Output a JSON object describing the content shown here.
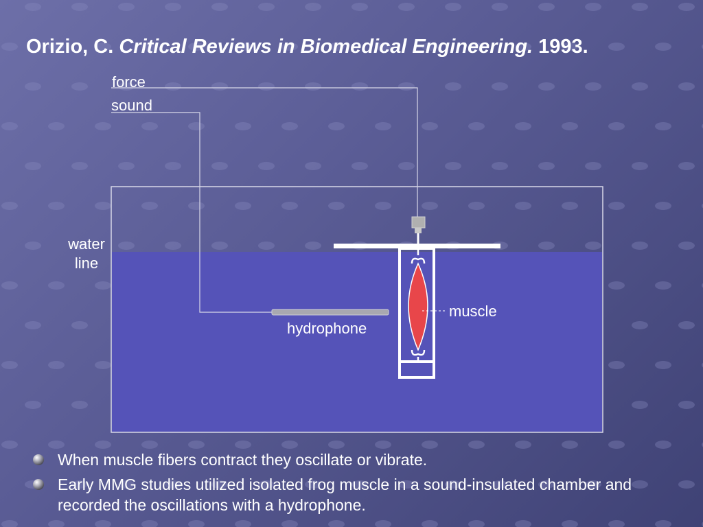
{
  "title": {
    "author": "Orizio, C.",
    "journal": "Critical Reviews in Biomedical Engineering.",
    "year": "1993."
  },
  "diagram": {
    "labels": {
      "force": "force",
      "sound": "sound",
      "water_line": [
        "water",
        "line"
      ],
      "muscle": "muscle",
      "hydrophone": "hydrophone"
    },
    "colors": {
      "water": "#5553b8",
      "tank_border": "#d8d8e8",
      "muscle": "#e8464a",
      "hydrophone": "#a8a8b0",
      "transducer": "#b0b0b0"
    }
  },
  "bullets": [
    "When muscle fibers contract they oscillate or vibrate.",
    "Early MMG studies utilized isolated frog muscle in a sound-insulated chamber and recorded the oscillations with a hydrophone."
  ],
  "icons": {
    "bullet": "sphere-bullet-icon"
  }
}
